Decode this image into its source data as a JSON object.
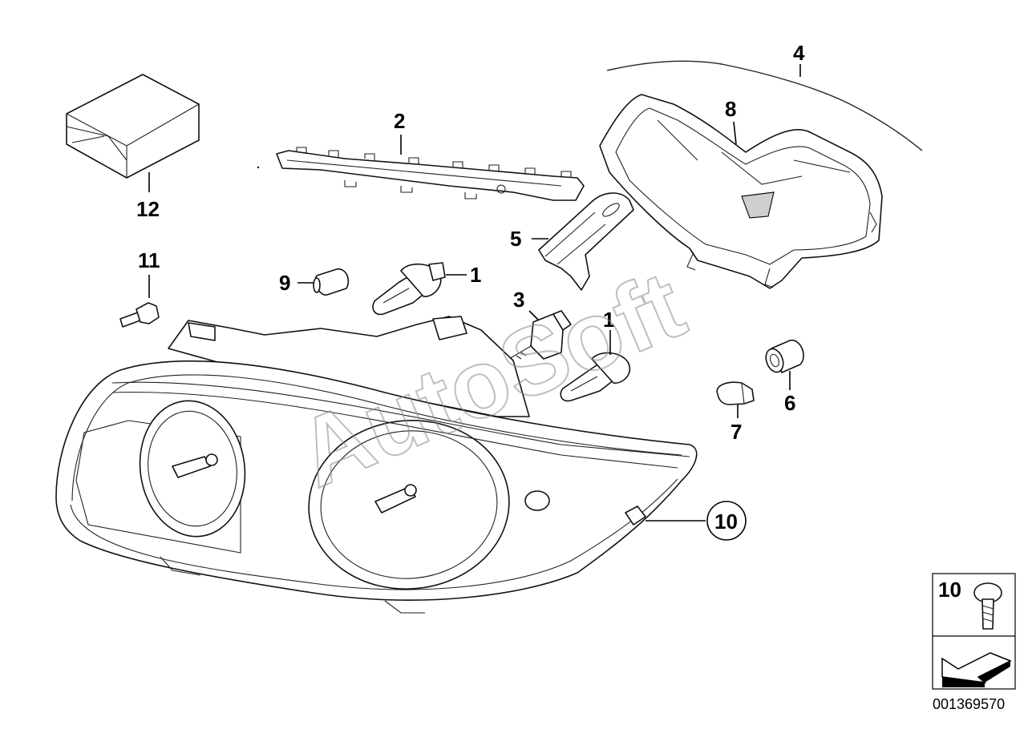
{
  "labels": {
    "l1a": "1",
    "l1b": "1",
    "l2": "2",
    "l3": "3",
    "l4": "4",
    "l5": "5",
    "l6": "6",
    "l7": "7",
    "l8": "8",
    "l9": "9",
    "l10": "10",
    "l11": "11",
    "l12": "12"
  },
  "legend": {
    "number": "10"
  },
  "watermark": "AutoSoft",
  "diagram_code": "001369570"
}
